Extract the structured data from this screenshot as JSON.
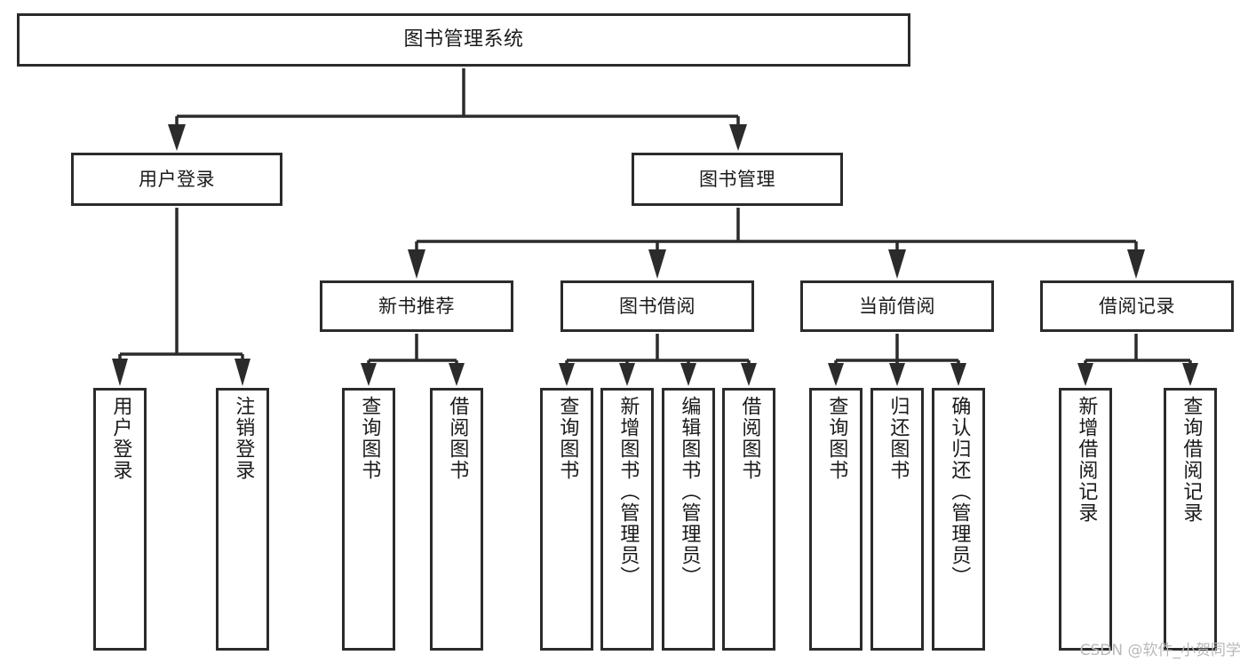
{
  "diagram": {
    "type": "tree",
    "title": "图书管理系统",
    "stroke_color": "#2b2b2b",
    "fill_color": "#ffffff",
    "text_color": "#1a1a1a",
    "watermark": "CSDN @软件_小贺同学",
    "nodes": {
      "root": "图书管理系统",
      "l2": {
        "user_login": "用户登录",
        "book_manage": "图书管理"
      },
      "l3": {
        "new_book_rec": "新书推荐",
        "book_borrow": "图书借阅",
        "current_borrow": "当前借阅",
        "borrow_record": "借阅记录"
      },
      "leaves": {
        "user_login_1": "用户登录",
        "user_login_2": "注销登录",
        "new_book_rec_1": "查询图书",
        "new_book_rec_2": "借阅图书",
        "book_borrow_1": "查询图书",
        "book_borrow_2": "新增图书（管理员）",
        "book_borrow_3": "编辑图书（管理员）",
        "book_borrow_4": "借阅图书",
        "current_borrow_1": "查询图书",
        "current_borrow_2": "归还图书",
        "current_borrow_3": "确认归还（管理员）",
        "borrow_record_1": "新增借阅记录",
        "borrow_record_2": "查询借阅记录"
      }
    }
  }
}
